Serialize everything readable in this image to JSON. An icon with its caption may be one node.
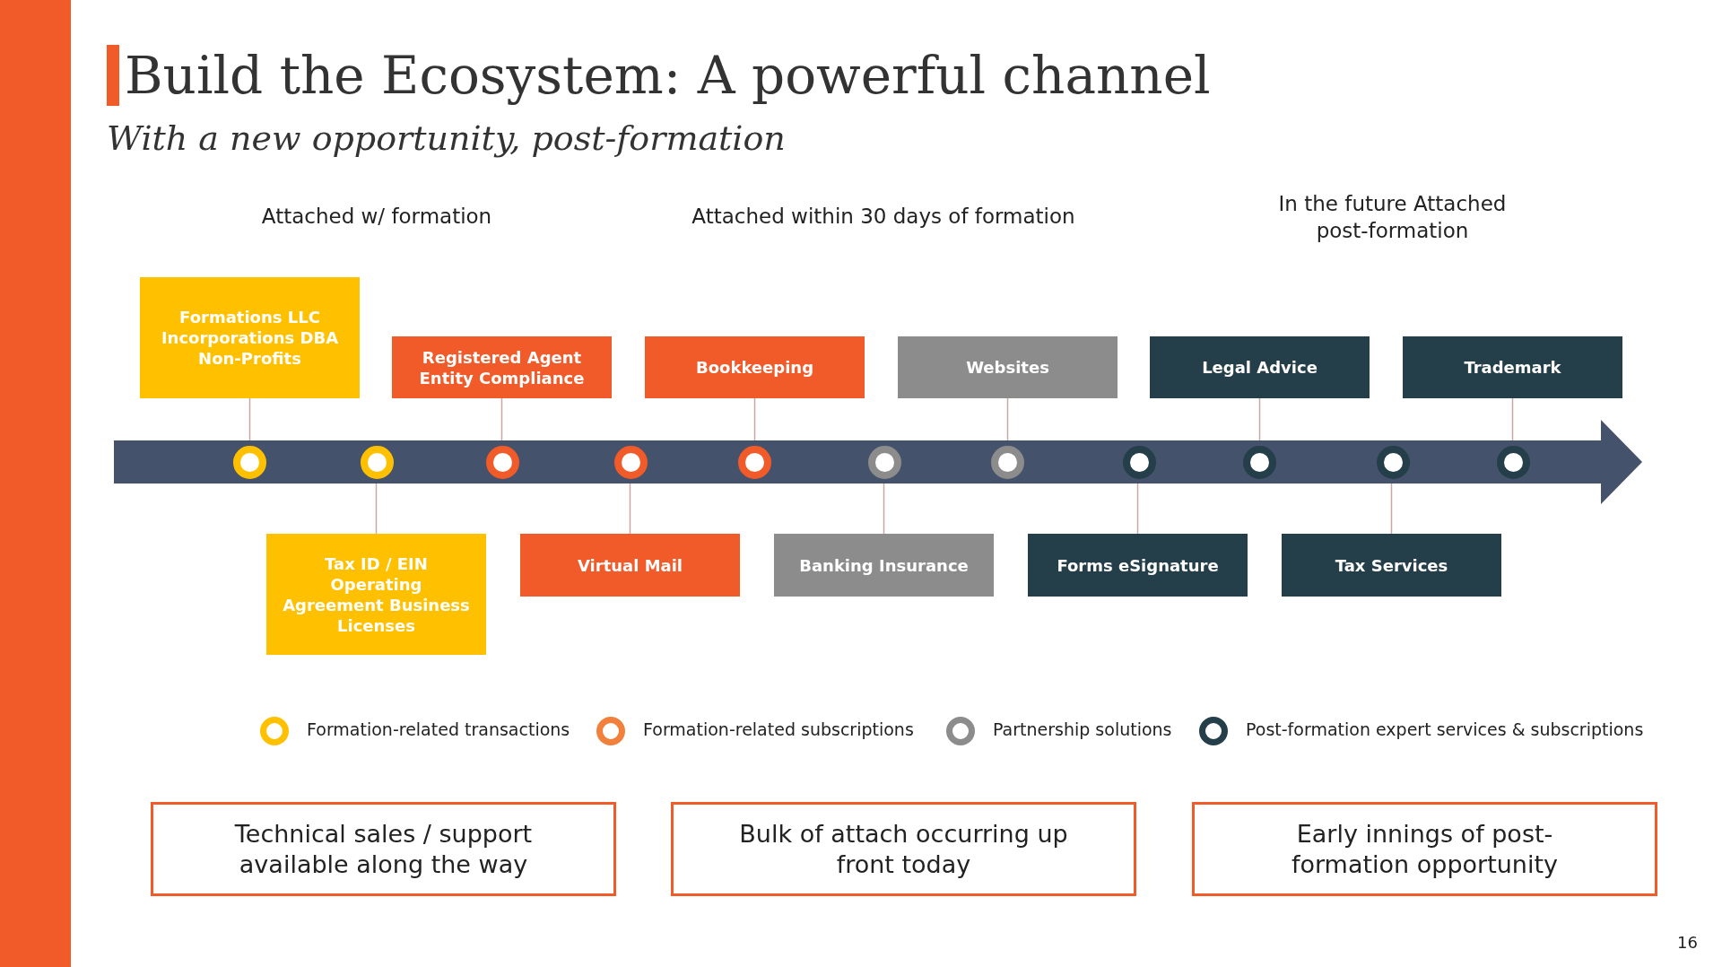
{
  "diagram": {
    "title": "Build the Ecosystem: A powerful channel",
    "nodes": [
      {
        "text": [
          "Formations LLC Incorporations DBA Non-Profits"
        ]
      },
      {
        "text": [
          "Registered Agent Entity Compliance"
        ]
      },
      {
        "text": [
          "Bookkeeping"
        ]
      },
      {
        "text": [
          "Websites"
        ]
      },
      {
        "text": [
          "Legal Advice"
        ]
      },
      {
        "text": [
          "Trademark"
        ]
      },
      {
        "text": [
          "Tax ID / EIN Operating Agreement Business Licenses"
        ]
      },
      {
        "text": [
          "Virtual Mail"
        ]
      },
      {
        "text": [
          "Banking Insurance"
        ]
      },
      {
        "text": [
          "Forms eSignature"
        ]
      },
      {
        "text": [
          "Tax Services"
        ]
      },
      {
        "text": [],
        "shape": "arrow"
      },
      {
        "text": [],
        "shape": "circle",
        "in": 11
      },
      {
        "text": [],
        "shape": "circle",
        "in": 11
      },
      {
        "text": [],
        "shape": "circle",
        "in": 11
      },
      {
        "text": [],
        "shape": "circle",
        "in": 11
      },
      {
        "text": [],
        "shape": "circle",
        "in": 11
      },
      {
        "text": [],
        "shape": "circle",
        "in": 11
      },
      {
        "text": [],
        "shape": "circle",
        "in": 11
      },
      {
        "text": [],
        "shape": "circle",
        "in": 11
      },
      {
        "text": [],
        "shape": "circle",
        "in": 11
      },
      {
        "text": [],
        "shape": "circle",
        "in": 11
      },
      {
        "text": [],
        "shape": "circle",
        "in": 11
      },
      {
        "text": [
          "Technical sales / support available along the way"
        ]
      },
      {
        "text": [
          "Bulk of attach occurring up front today"
        ]
      },
      {
        "text": [
          "Early innings of post-formation opportunity"
        ]
      },
      {
        "text": [],
        "shape": "bar"
      }
    ],
    "edges": [
      {
        "from": 0,
        "to": 12,
        "arrow": "none"
      },
      {
        "from": 6,
        "to": 13,
        "arrow": "none"
      },
      {
        "from": 1,
        "to": 14,
        "arrow": "none"
      },
      {
        "from": 7,
        "to": 15,
        "arrow": "none"
      },
      {
        "from": 2,
        "to": 16,
        "arrow": "none"
      },
      {
        "from": 8,
        "to": 17,
        "arrow": "none"
      },
      {
        "from": 3,
        "to": 18,
        "arrow": "none"
      },
      {
        "from": 9,
        "to": 19,
        "arrow": "none"
      },
      {
        "from": 4,
        "to": 20,
        "arrow": "none"
      },
      {
        "from": 10,
        "to": 21,
        "arrow": "none"
      },
      {
        "from": 5,
        "to": 22,
        "arrow": "none"
      }
    ],
    "labels": [
      "With a new opportunity, post-formation",
      "Attached w/ formation",
      "Attached within 30 days of formation",
      "In the future Attached post-formation",
      "16"
    ],
    "legend": [
      {
        "text": "Formation-related transactions",
        "color": "#ffc000"
      },
      {
        "text": "Formation-related subscriptions",
        "color": "#f0803c"
      },
      {
        "text": "Partnership solutions",
        "color": "#8c8c8c"
      },
      {
        "text": "Post-formation expert services & subscriptions",
        "color": "#243f4a"
      }
    ]
  }
}
